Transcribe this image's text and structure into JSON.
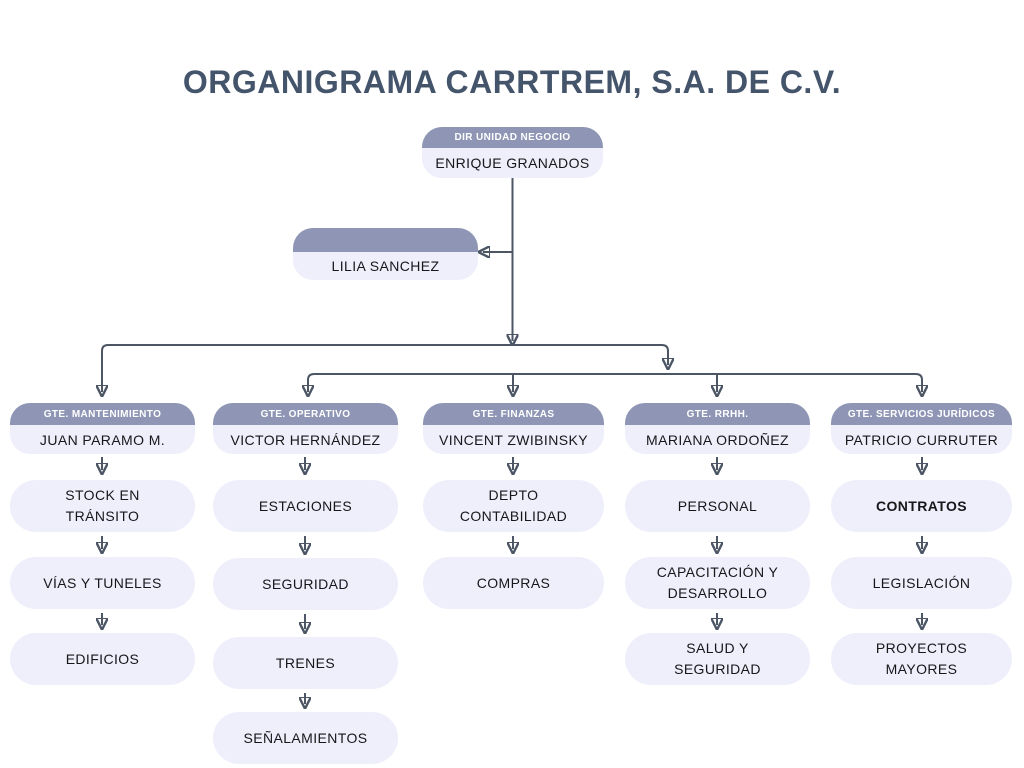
{
  "title": "ORGANIGRAMA CARRTREM, S.A. DE C.V.",
  "root": {
    "role": "DIR UNIDAD NEGOCIO",
    "name": "ENRIQUE GRANADOS"
  },
  "assistant": {
    "name": "LILIA SANCHEZ"
  },
  "branches": [
    {
      "role": "GTE. MANTENIMIENTO",
      "name": "JUAN PARAMO M.",
      "departments": [
        "STOCK EN\nTRÁNSITO",
        "VÍAS Y TUNELES",
        "EDIFICIOS"
      ]
    },
    {
      "role": "GTE. OPERATIVO",
      "name": "VICTOR HERNÁNDEZ",
      "departments": [
        "ESTACIONES",
        "SEGURIDAD",
        "TRENES",
        "SEÑALAMIENTOS"
      ]
    },
    {
      "role": "GTE. FINANZAS",
      "name": "VINCENT ZWIBINSKY",
      "departments": [
        "DEPTO\nCONTABILIDAD",
        "COMPRAS"
      ]
    },
    {
      "role": "GTE. RRHH.",
      "name": "MARIANA ORDOÑEZ",
      "departments": [
        "PERSONAL",
        "CAPACITACIÓN Y\nDESARROLLO",
        "SALUD Y\nSEGURIDAD"
      ]
    },
    {
      "role": "GTE. SERVICIOS JURÍDICOS",
      "name": "PATRICIO CURRUTER",
      "departments": [
        "CONTRATOS",
        "LEGISLACIÓN",
        "PROYECTOS\nMAYORES"
      ]
    }
  ],
  "colors": {
    "band": "#8F96B5",
    "node_body": "#EEEFFB",
    "connector": "#4C5665",
    "title_text": "#44546A"
  }
}
